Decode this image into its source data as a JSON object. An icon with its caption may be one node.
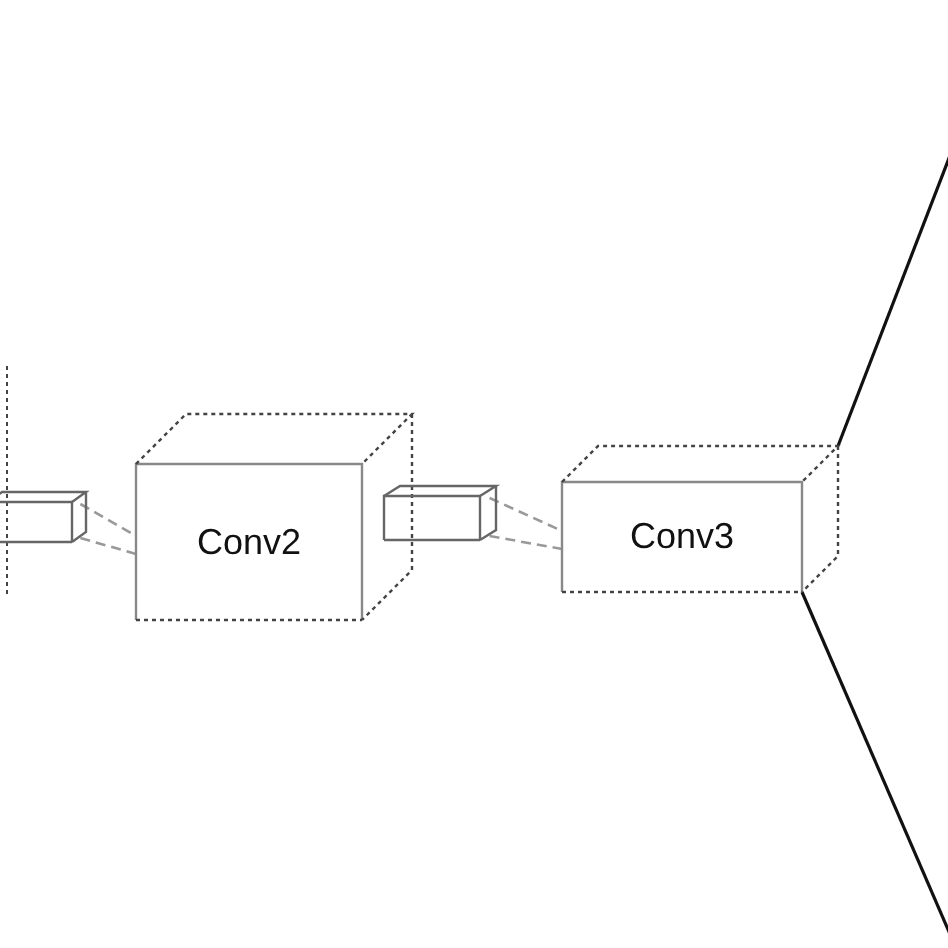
{
  "diagram": {
    "nodes": [
      {
        "text": [],
        "shape": "box"
      },
      {
        "text": [],
        "shape": "bar"
      },
      {
        "text": [
          "Conv2"
        ]
      },
      {
        "text": [],
        "shape": "bar"
      },
      {
        "text": [
          "Conv3"
        ]
      }
    ],
    "edges": [
      {
        "from": 1,
        "to": 2,
        "arrow": "none",
        "style": "dashed"
      },
      {
        "from": 3,
        "to": 4,
        "arrow": "none",
        "style": "dashed"
      },
      {
        "from": 4,
        "to": null,
        "arrow": "none",
        "color": "#111111"
      },
      {
        "from": 4,
        "to": null,
        "arrow": "none",
        "color": "#111111"
      }
    ]
  }
}
